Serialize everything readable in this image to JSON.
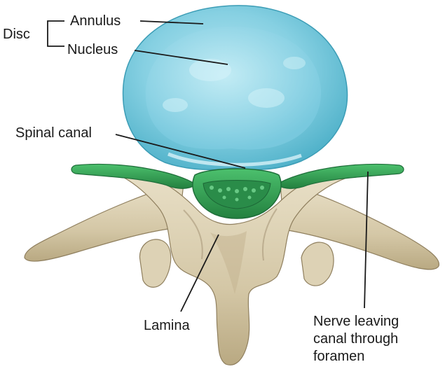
{
  "labels": {
    "disc": "Disc",
    "annulus": "Annulus",
    "nucleus": "Nucleus",
    "spinal_canal": "Spinal canal",
    "lamina": "Lamina",
    "nerve_line1": "Nerve leaving",
    "nerve_line2": "canal through",
    "nerve_line3": "foramen"
  },
  "colors": {
    "disc_outer": "#6fc3d6",
    "disc_inner": "#9fdcea",
    "nerve": "#2e9a52",
    "nerve_dark": "#1f6e3a",
    "bone": "#d9cdb0",
    "bone_shadow": "#a8987a",
    "leader_line": "#1a1a1a"
  }
}
